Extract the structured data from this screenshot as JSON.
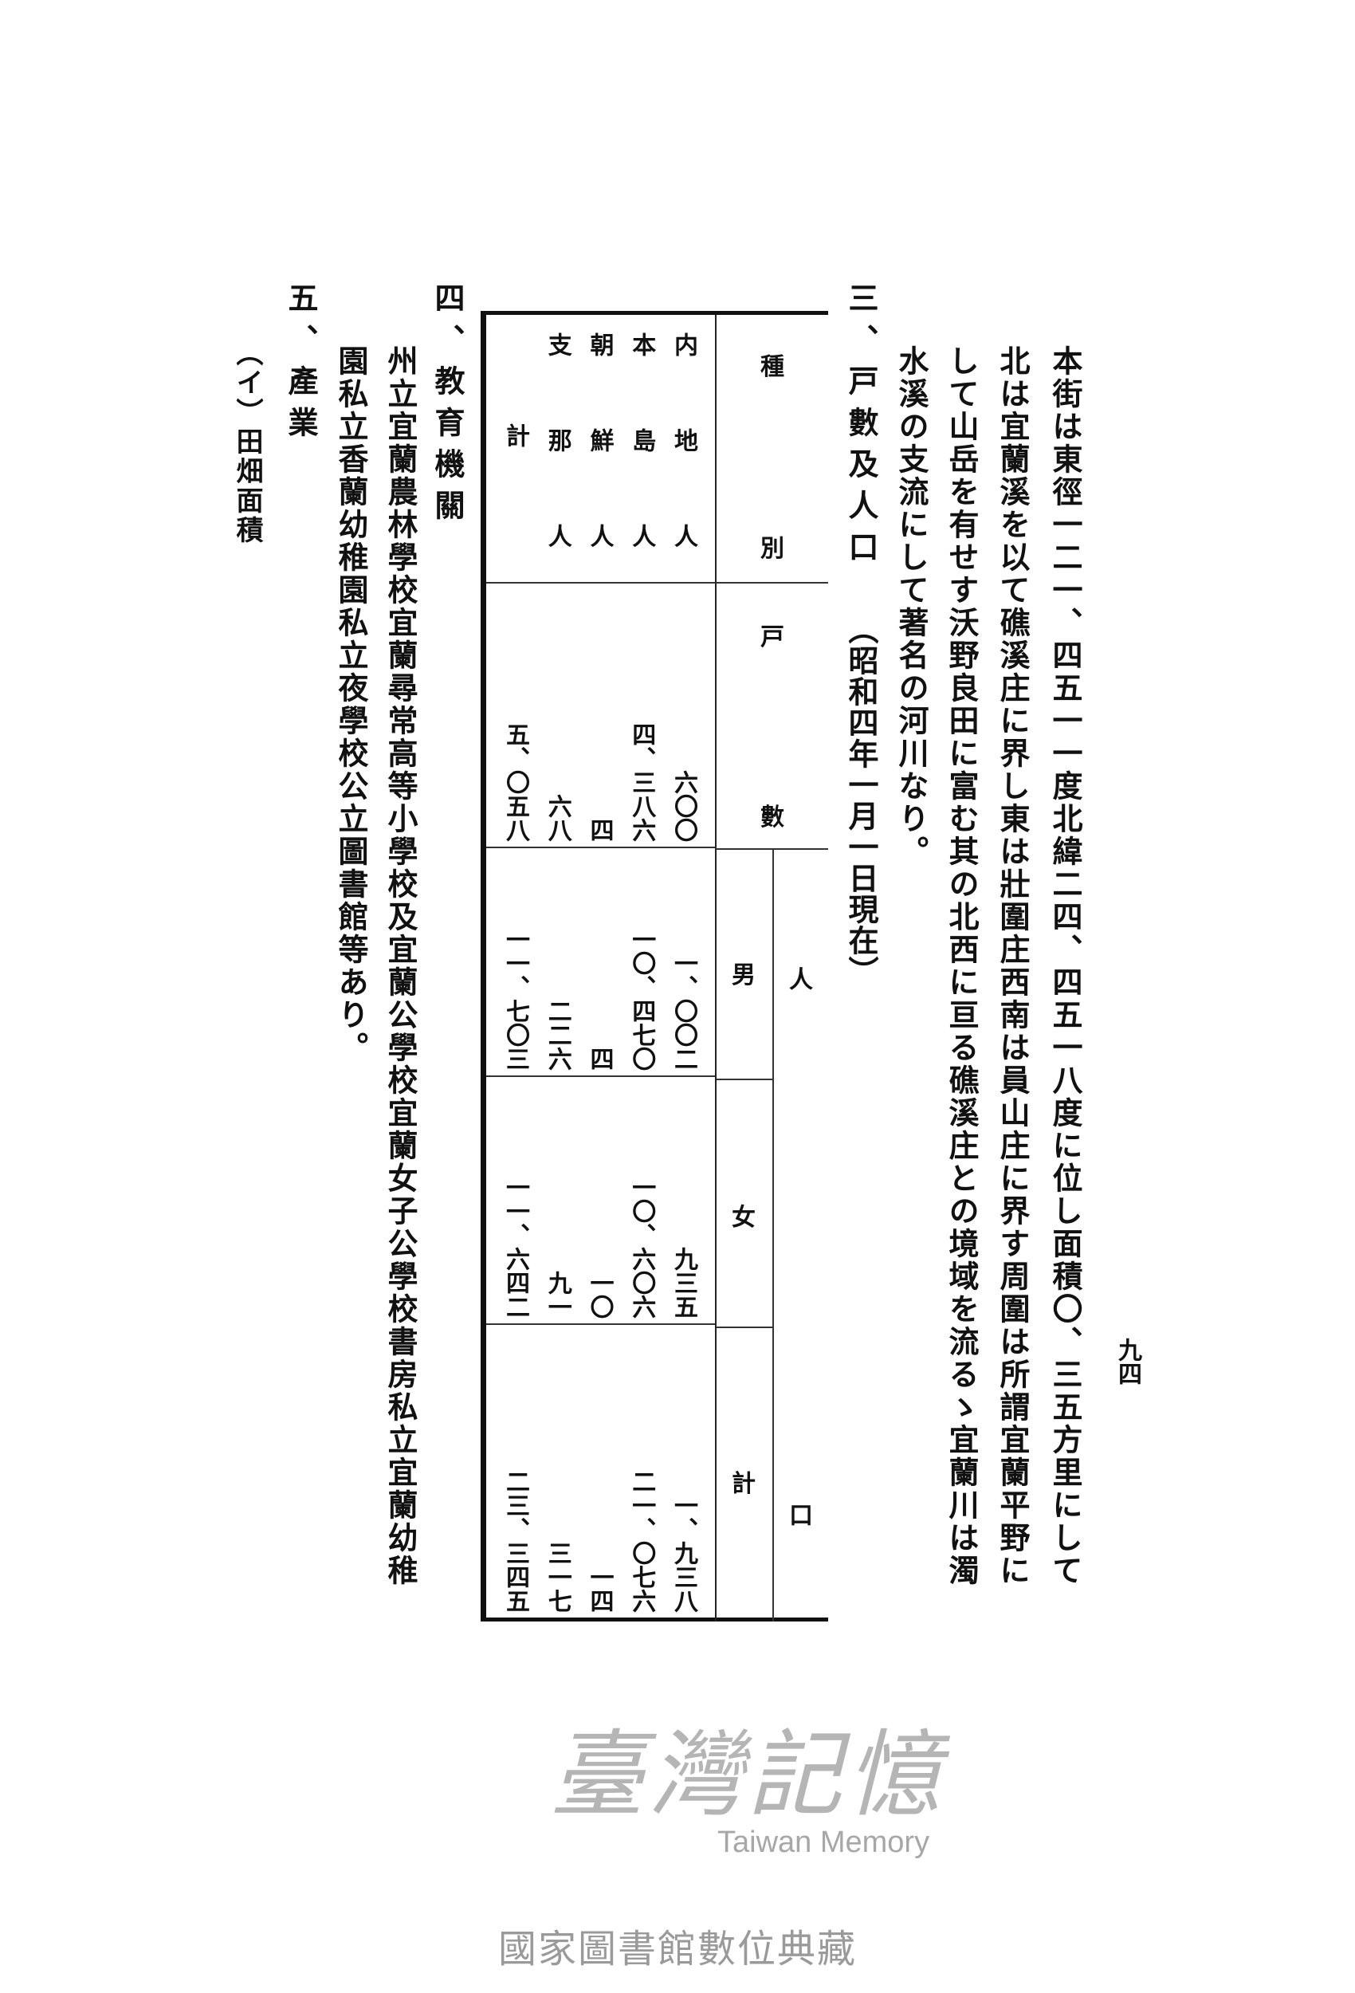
{
  "page_number": "九四",
  "body_lines": [
    "本街は東徑一二一、四五一一度北緯二四、四五一八度に位し面積〇、三五方里にして",
    "北は宜蘭溪を以て礁溪庄に界し東は壯圍庄西南は員山庄に界す周圍は所謂宜蘭平野に",
    "して山岳を有せす沃野良田に富む其の北西に亘る礁溪庄との境域を流るゝ宜蘭川は濁",
    "水溪の支流にして著名の河川なり。"
  ],
  "section3": {
    "title": "三、戸數及人口",
    "note": "（昭和四年一月一日現在）"
  },
  "table": {
    "header_category": "種別",
    "header_households": "戸數",
    "header_population": "人口",
    "header_male": "男",
    "header_female": "女",
    "header_total": "計",
    "rows": [
      {
        "label": "内地人",
        "households": "六〇〇",
        "male": "一、〇〇二",
        "female": "九三五",
        "total": "一、九三八"
      },
      {
        "label": "本島人",
        "households": "四、三八六",
        "male": "一〇、四七〇",
        "female": "一〇、六〇六",
        "total": "二一、〇七六"
      },
      {
        "label": "朝鮮人",
        "households": "四",
        "male": "四",
        "female": "一〇",
        "total": "一四"
      },
      {
        "label": "支那人",
        "households": "六八",
        "male": "二二六",
        "female": "九一",
        "total": "三一七"
      },
      {
        "label": "計",
        "households": "五、〇五八",
        "male": "一一、七〇三",
        "female": "一一、六四二",
        "total": "二三、三四五"
      }
    ]
  },
  "section4": {
    "title": "四、教育機關",
    "lines": [
      "州立宜蘭農林學校宜蘭尋常高等小學校及宜蘭公學校宜蘭女子公學校書房私立宜蘭幼稚",
      "園私立香蘭幼稚園私立夜學校公立圖書館等あり。"
    ]
  },
  "section5": {
    "title": "五、產業",
    "sub": "（イ）田畑面積"
  },
  "watermark": {
    "zh": "臺灣記憶",
    "en": "Taiwan Memory"
  },
  "footer": "國家圖書館數位典藏"
}
